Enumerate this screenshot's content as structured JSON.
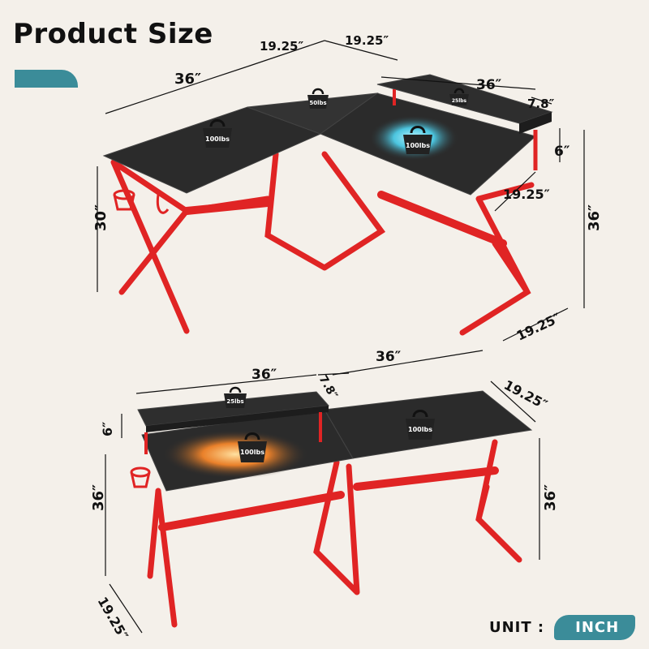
{
  "title": "Product Size",
  "unit": {
    "label": "UNIT :",
    "value": "INCH"
  },
  "colors": {
    "accent": "#3b8c99",
    "frame": "#e02424",
    "top": "#2a2a2a",
    "led_blue": "#52e0ff",
    "led_orange": "#ff8a2a"
  },
  "top_view": {
    "dims": {
      "left_width": "36″",
      "corner_a": "19.25″",
      "corner_b": "19.25″",
      "shelf_width": "36″",
      "shelf_depth": "7.8″",
      "shelf_height": "6″",
      "right_depth": "19.25″",
      "height": "36″",
      "left_height": "30″",
      "right_bottom": "19.25″"
    },
    "weights": {
      "left": "100lbs",
      "corner": "50lbs",
      "right": "100lbs",
      "shelf": "25lbs"
    }
  },
  "bottom_view": {
    "dims": {
      "shelf_width": "36″",
      "shelf_depth": "7.8″",
      "desk_width": "36″",
      "right_depth": "19.25″",
      "shelf_height": "6″",
      "left_height": "36″",
      "right_height": "36″",
      "left_depth": "19.25″"
    },
    "weights": {
      "shelf": "25lbs",
      "left": "100lbs",
      "right": "100lbs"
    }
  }
}
